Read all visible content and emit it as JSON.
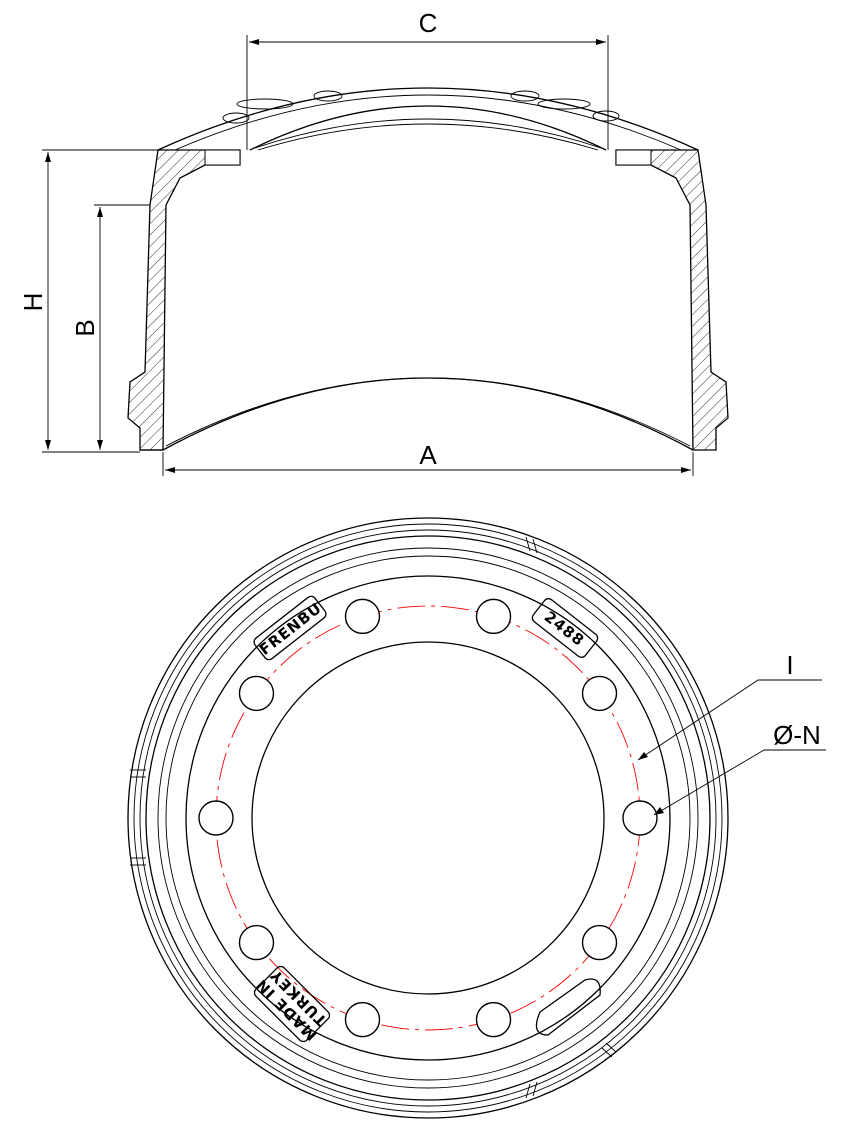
{
  "dimensions": {
    "top_width": "C",
    "total_height": "H",
    "inner_height": "B",
    "outer_diameter": "A",
    "bolt_circle": "I",
    "hole_diameter": "Ø-N"
  },
  "embossing": {
    "brand": "FRENBU",
    "part_number": "2488",
    "origin_line1": "MADE IN",
    "origin_line2": "TURKEY"
  },
  "bolt_hole_count": 10,
  "colors": {
    "line": "#000000",
    "center_line": "#ff0000"
  }
}
